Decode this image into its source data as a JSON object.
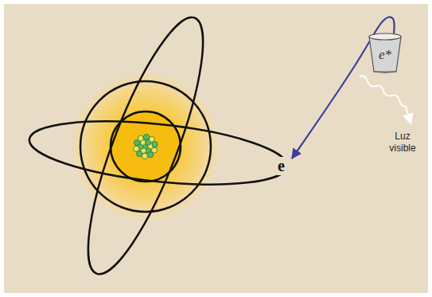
{
  "diagram": {
    "nodes": [
      {
        "text": [
          "e*"
        ]
      },
      {
        "text": [
          "e"
        ]
      }
    ],
    "edges": [
      {
        "from": 0,
        "to": 1,
        "arrow": "to"
      }
    ],
    "labels": [
      "Luz visible"
    ]
  }
}
